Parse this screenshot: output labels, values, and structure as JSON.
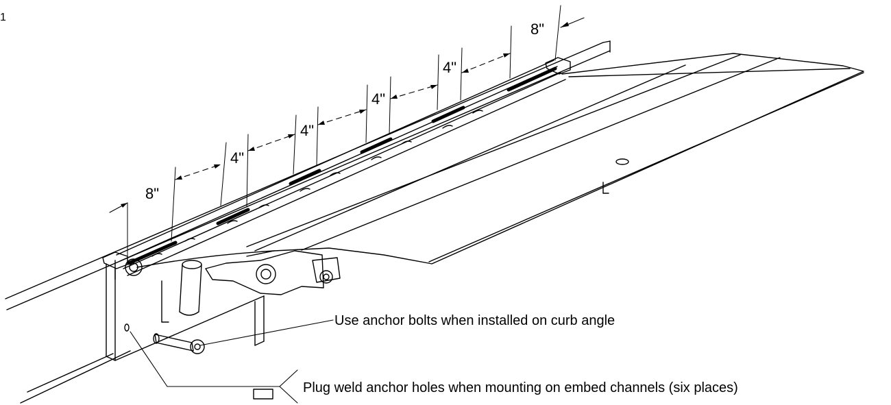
{
  "figure": {
    "number": "1",
    "dimensions": {
      "left_end": "8\"",
      "spacing_1": "4\"",
      "spacing_2": "4\"",
      "spacing_3": "4\"",
      "spacing_4": "4\"",
      "right_end": "8\""
    },
    "callouts": {
      "anchor_bolts": "Use anchor bolts when installed on curb angle",
      "plug_weld": "Plug weld anchor holes when mounting on embed channels (six places)"
    }
  }
}
